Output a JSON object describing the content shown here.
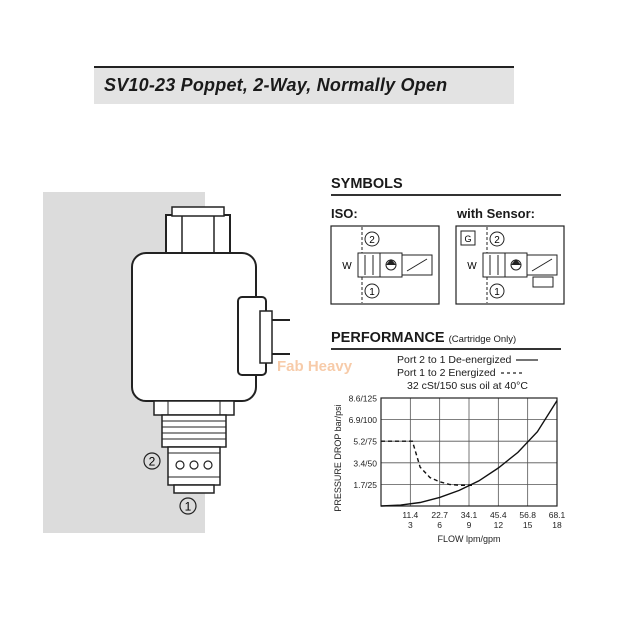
{
  "title": "SV10-23   Poppet, 2-Way, Normally Open",
  "valve": {
    "port_2": "2",
    "port_1": "1"
  },
  "symbols": {
    "heading": "SYMBOLS",
    "iso_label": "ISO:",
    "sensor_label": "with Sensor:",
    "iso_port_top": "2",
    "iso_port_bottom": "1",
    "iso_w": "W",
    "sensor_port_top": "2",
    "sensor_port_bottom": "1",
    "sensor_w": "W",
    "sensor_g": "G"
  },
  "performance": {
    "heading": "PERFORMANCE",
    "note": "(Cartridge Only)",
    "legend_1": "Port 2 to 1 De-energized",
    "legend_2": "Port 1 to 2 Energized",
    "legend_3": "32 cSt/150 sus oil at 40°C"
  },
  "watermark": "Fab Heavy",
  "chart_data": {
    "type": "line",
    "xlabel": "FLOW lpm/gpm",
    "ylabel": "PRESSURE DROP bar/psi",
    "x_ticks": [
      {
        "value": 0,
        "label_top": "",
        "label_bottom": ""
      },
      {
        "value": 3,
        "label_top": "11.4",
        "label_bottom": "3"
      },
      {
        "value": 6,
        "label_top": "22.7",
        "label_bottom": "6"
      },
      {
        "value": 9,
        "label_top": "34.1",
        "label_bottom": "9"
      },
      {
        "value": 12,
        "label_top": "45.4",
        "label_bottom": "12"
      },
      {
        "value": 15,
        "label_top": "56.8",
        "label_bottom": "15"
      },
      {
        "value": 18,
        "label_top": "68.1",
        "label_bottom": "18"
      }
    ],
    "y_ticks": [
      {
        "value": 0,
        "label": ""
      },
      {
        "value": 25,
        "label": "1.7/25"
      },
      {
        "value": 50,
        "label": "3.4/50"
      },
      {
        "value": 75,
        "label": "5.2/75"
      },
      {
        "value": 100,
        "label": "6.9/100"
      },
      {
        "value": 125,
        "label": "8.6/125"
      }
    ],
    "xlim": [
      0,
      18
    ],
    "ylim": [
      0,
      125
    ],
    "grid": true,
    "series": [
      {
        "name": "Port 2 to 1 De-energized",
        "style": "solid",
        "x": [
          0,
          2,
          4,
          6,
          8,
          10,
          12,
          14,
          16,
          18
        ],
        "y": [
          0,
          1,
          4,
          10,
          18,
          29,
          44,
          62,
          86,
          122
        ]
      },
      {
        "name": "Port 1 to 2 Energized",
        "style": "dashed",
        "x": [
          0,
          2,
          3.2,
          3.4,
          4,
          5,
          6,
          7,
          8,
          9.5
        ],
        "y": [
          75,
          75,
          75,
          68,
          45,
          33,
          28,
          25,
          24,
          24
        ]
      }
    ]
  }
}
